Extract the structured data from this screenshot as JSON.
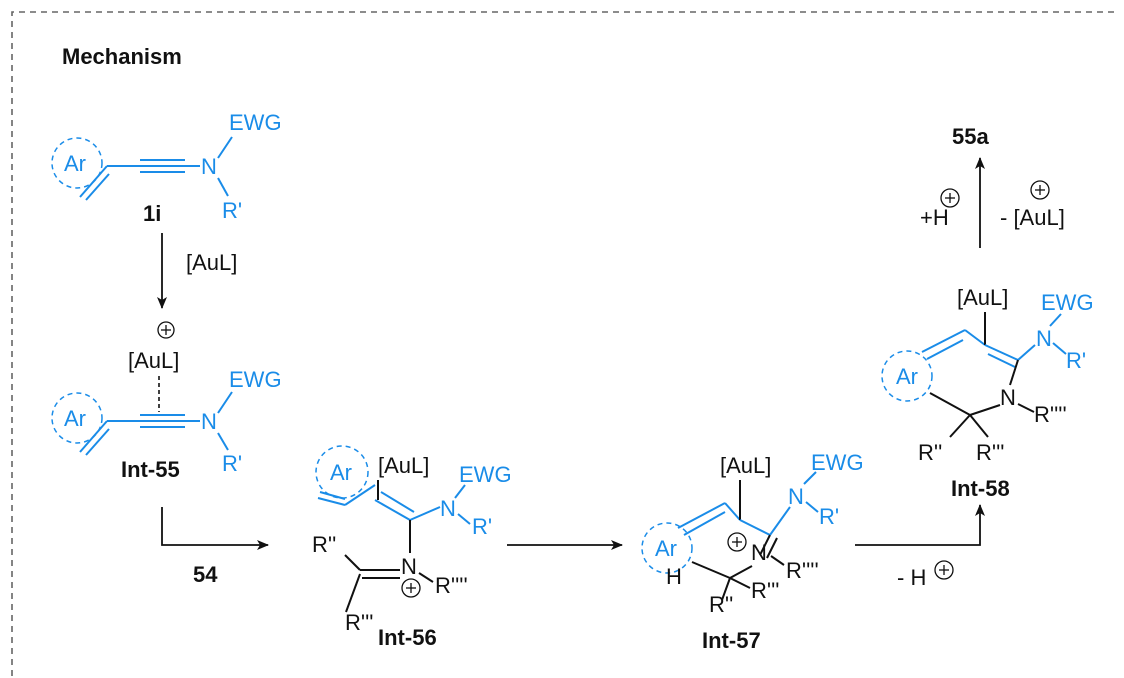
{
  "title": "Mechanism",
  "colors": {
    "blue": "#1a8ce8",
    "black": "#111111",
    "frame": "#666666"
  },
  "compounds": {
    "c1i": {
      "label": "1i",
      "ar": "Ar",
      "ewg": "EWG",
      "n": "N",
      "r": "R'"
    },
    "int55": {
      "label": "Int-55",
      "aul": "[AuL]",
      "ar": "Ar",
      "ewg": "EWG",
      "n": "N",
      "r": "R'"
    },
    "int56": {
      "label": "Int-56",
      "aul": "[AuL]",
      "ar": "Ar",
      "ewg": "EWG",
      "n1": "N",
      "r1": "R'",
      "n2": "N",
      "r2": "R''",
      "r3": "R'''",
      "r4": "R''''"
    },
    "int57": {
      "label": "Int-57",
      "aul": "[AuL]",
      "ar": "Ar",
      "ewg": "EWG",
      "n1": "N",
      "r1": "R'",
      "n2": "N",
      "h": "H",
      "r2": "R''",
      "r3": "R'''",
      "r4": "R''''"
    },
    "int58": {
      "label": "Int-58",
      "aul": "[AuL]",
      "ar": "Ar",
      "ewg": "EWG",
      "n1": "N",
      "r1": "R'",
      "n2": "N",
      "r2": "R''",
      "r3": "R'''",
      "r4": "R''''"
    },
    "p55a": {
      "label": "55a"
    }
  },
  "reagents": {
    "step1": "[AuL]",
    "step2": "54",
    "step4": "- H",
    "step5_left": "+H",
    "step5_right": "- [AuL]"
  }
}
